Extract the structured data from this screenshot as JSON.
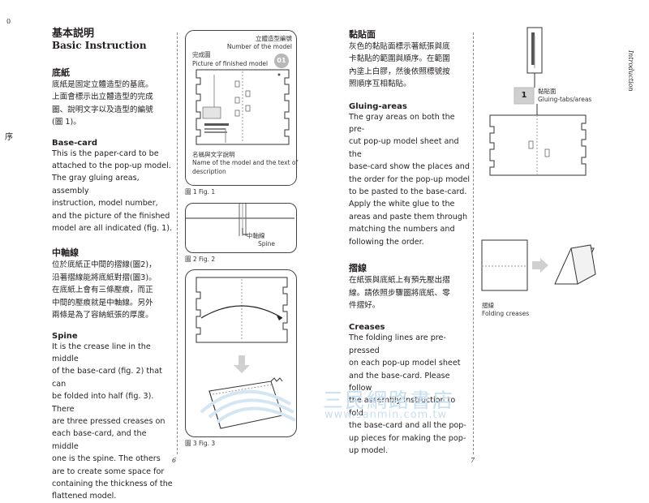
{
  "page": {
    "corner_mark": "0",
    "side_char": "序",
    "side_label": "Introduction",
    "page_left": "6",
    "page_right": "7"
  },
  "heading": {
    "cn": "基本説明",
    "en": "Basic Instruction"
  },
  "sections": {
    "base_cn": {
      "title": "底紙",
      "lines": [
        "底紙是固定立體造型的基底。",
        "上面會標示出立體造型的完成",
        "圖、說明文字以及造型的編號",
        "(圖 1)。"
      ]
    },
    "base_en": {
      "title": "Base-card",
      "lines": [
        "This is the paper-card to be",
        "attached to the pop-up model.",
        "The gray gluing areas, assembly",
        "instruction, model number,",
        "and the picture of the finished",
        "model are all indicated (fig. 1)."
      ]
    },
    "spine_cn": {
      "title": "中軸線",
      "lines": [
        "位於底紙正中間的摺線(圖2)，",
        "沿著摺線能將底紙對摺(圖3)。",
        "在底紙上會有三條壓痕，而正",
        "中間的壓痕就是中軸線。另外",
        "兩條是為了容納紙張的厚度。"
      ]
    },
    "spine_en": {
      "title": "Spine",
      "lines": [
        "It is the crease line in the middle",
        "of the base-card (fig. 2) that can",
        "be folded into half (fig. 3). There",
        "are three pressed creases on",
        "each base-card, and the middle",
        "one is the spine. The others",
        "are to create some space for",
        "containing the thickness of the",
        "flattened model."
      ]
    },
    "glue_cn": {
      "title": "黏貼面",
      "lines": [
        "灰色的黏貼面標示著紙張與底",
        "卡黏貼的範圍與順序。在範圍",
        "內塗上白膠，然後依照標號按",
        "照順序互相黏貼。"
      ]
    },
    "glue_en": {
      "title": "Gluing-areas",
      "lines": [
        "The gray areas on both the pre-",
        "cut pop-up model sheet and the",
        "base-card show the places and",
        "the order for the pop-up model",
        "to be pasted to the base-card.",
        "Apply the white glue to the",
        "areas and paste them through",
        "matching the numbers and",
        "following the order."
      ]
    },
    "crease_cn": {
      "title": "摺線",
      "lines": [
        "在紙張與底紙上有預先壓出摺",
        "線。請依照步驟圖將底紙、零",
        "件摺好。"
      ]
    },
    "crease_en": {
      "title": "Creases",
      "lines": [
        "The folding lines are pre-pressed",
        "on each pop-up model sheet",
        "and the base-card.  Please follow",
        "the assembly instruction to fold",
        "the base-card and all the pop-",
        "up pieces for making the pop-",
        "up model."
      ]
    }
  },
  "fig1": {
    "model_no_cn": "立體造型編號",
    "model_no_en": "Number of the model",
    "badge": "01",
    "finished_cn": "完成圖",
    "finished_en": "Picture of finished model",
    "name_cn": "名稱與文字說明",
    "name_en_1": "Name of the model and the text of",
    "name_en_2": "description",
    "caption": "圖 1 Fig. 1"
  },
  "fig2": {
    "spine_cn": "中軸線",
    "spine_en": "Spine",
    "caption": "圖 2 Fig. 2"
  },
  "fig3": {
    "caption": "圖 3 Fig. 3"
  },
  "right_figs": {
    "glue_num": "1",
    "glue_cn": "黏貼面",
    "glue_en": "Gluing-tabs/areas",
    "fold_cn": "摺線",
    "fold_en": "Folding creases"
  },
  "watermark": {
    "cn": "三民網路書店",
    "url": "www.sanmin.com.tw"
  }
}
